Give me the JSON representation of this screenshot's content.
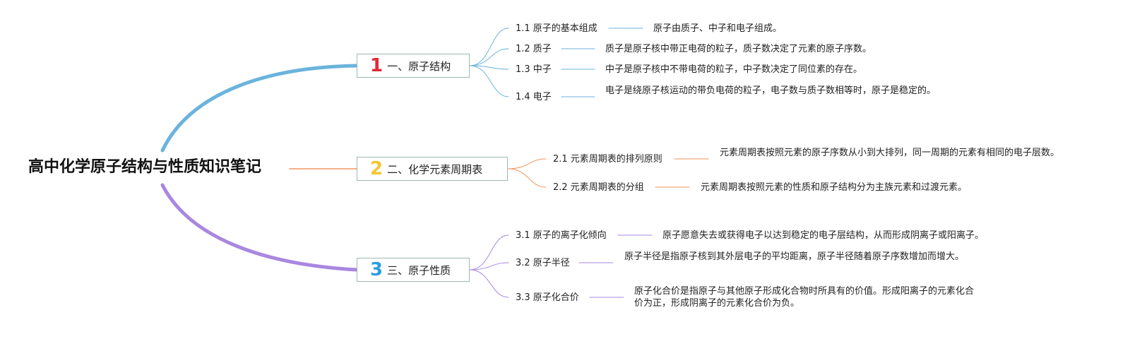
{
  "root": {
    "title": "高中化学原子结构与性质知识笔记"
  },
  "colors": {
    "branch1": "#6bb3dc",
    "branch2": "#f0965f",
    "branch3": "#a987e0",
    "num1": "#e02a37",
    "num2": "#f5c632",
    "num3": "#2c9de0",
    "box_border": "#9fb8ae"
  },
  "branches": [
    {
      "num": "1",
      "label": "一、原子结构",
      "children": [
        {
          "label": "1.1 原子的基本组成",
          "note": "原子由质子、中子和电子组成。"
        },
        {
          "label": "1.2 质子",
          "note": "质子是原子核中带正电荷的粒子，质子数决定了元素的原子序数。"
        },
        {
          "label": "1.3 中子",
          "note": "中子是原子核中不带电荷的粒子，中子数决定了同位素的存在。"
        },
        {
          "label": "1.4 电子",
          "note": "电子是绕原子核运动的带负电荷的粒子，电子数与质子数相等时，原子是稳定的。"
        }
      ]
    },
    {
      "num": "2",
      "label": "二、化学元素周期表",
      "children": [
        {
          "label": "2.1 元素周期表的排列原则",
          "note": "元素周期表按照元素的原子序数从小到大排列，同一周期的元素有相同的电子层数。"
        },
        {
          "label": "2.2 元素周期表的分组",
          "note": "元素周期表按照元素的性质和原子结构分为主族元素和过渡元素。"
        }
      ]
    },
    {
      "num": "3",
      "label": "三、原子性质",
      "children": [
        {
          "label": "3.1 原子的离子化倾向",
          "note": "原子愿意失去或获得电子以达到稳定的电子层结构，从而形成阴离子或阳离子。"
        },
        {
          "label": "3.2 原子半径",
          "note": "原子半径是指原子核到其外层电子的平均距离，原子半径随着原子序数增加而增大。"
        },
        {
          "label": "3.3 原子化合价",
          "note": "原子化合价是指原子与其他原子形成化合物时所具有的价值。形成阳离子的元素化合价为正，形成阴离子的元素化合价为负。"
        }
      ]
    }
  ]
}
